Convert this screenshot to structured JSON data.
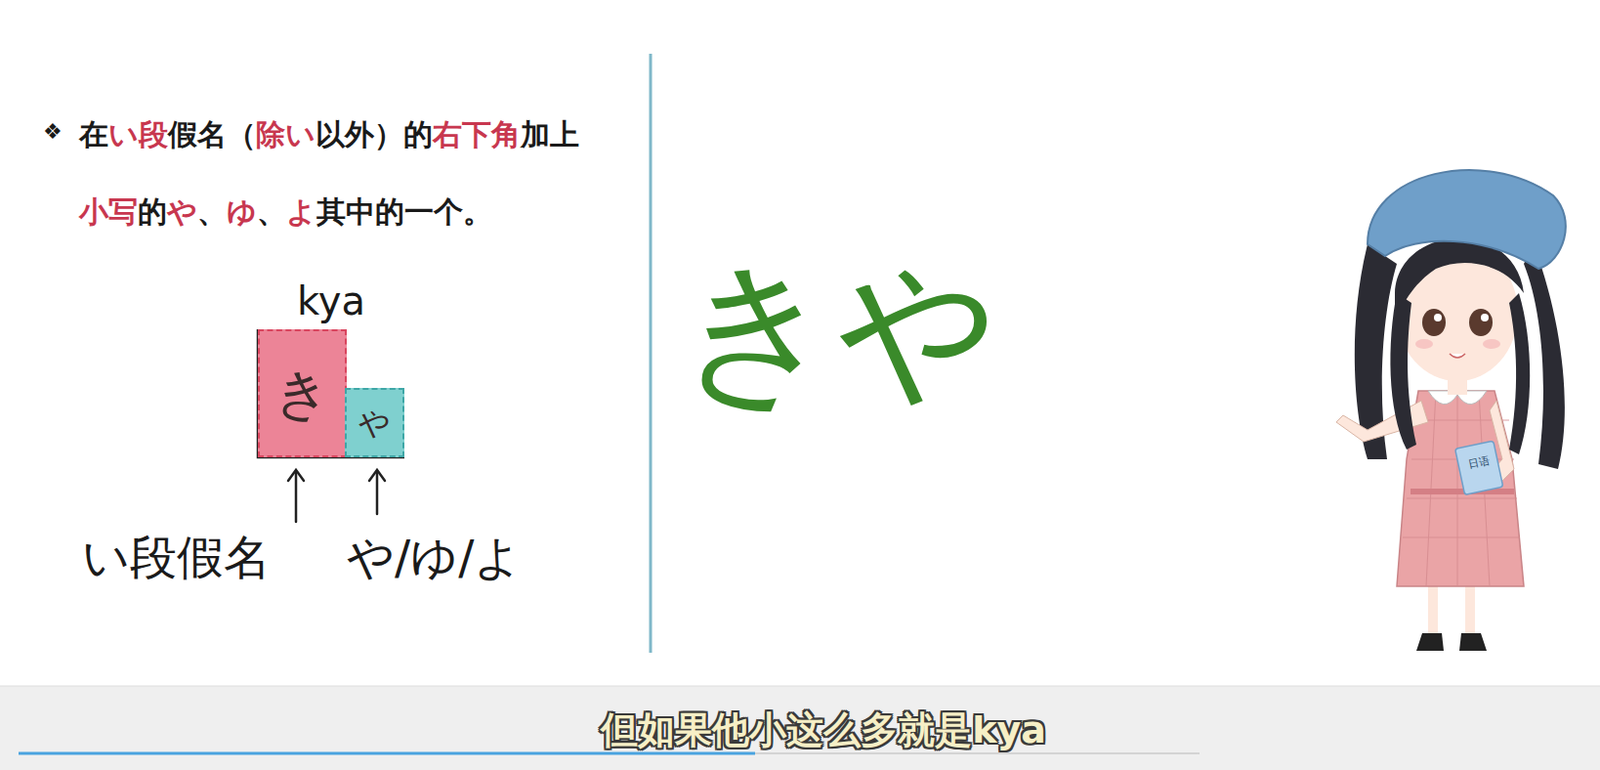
{
  "diagram": {
    "nodes": [
      {
        "text": [
          "き"
        ]
      },
      {
        "text": [
          "や"
        ]
      }
    ],
    "labels": [
      "❖",
      "在",
      "い段",
      "假名（",
      "除い",
      "以外）的",
      "右下角",
      "加上",
      "小写",
      "的",
      "や",
      "、",
      "ゆ",
      "、",
      "よ",
      "其中的一个。",
      "kya",
      "い段假名",
      "や/ゆ/よ",
      "きや",
      "日语",
      "但如果他小这么多就是kya"
    ]
  }
}
